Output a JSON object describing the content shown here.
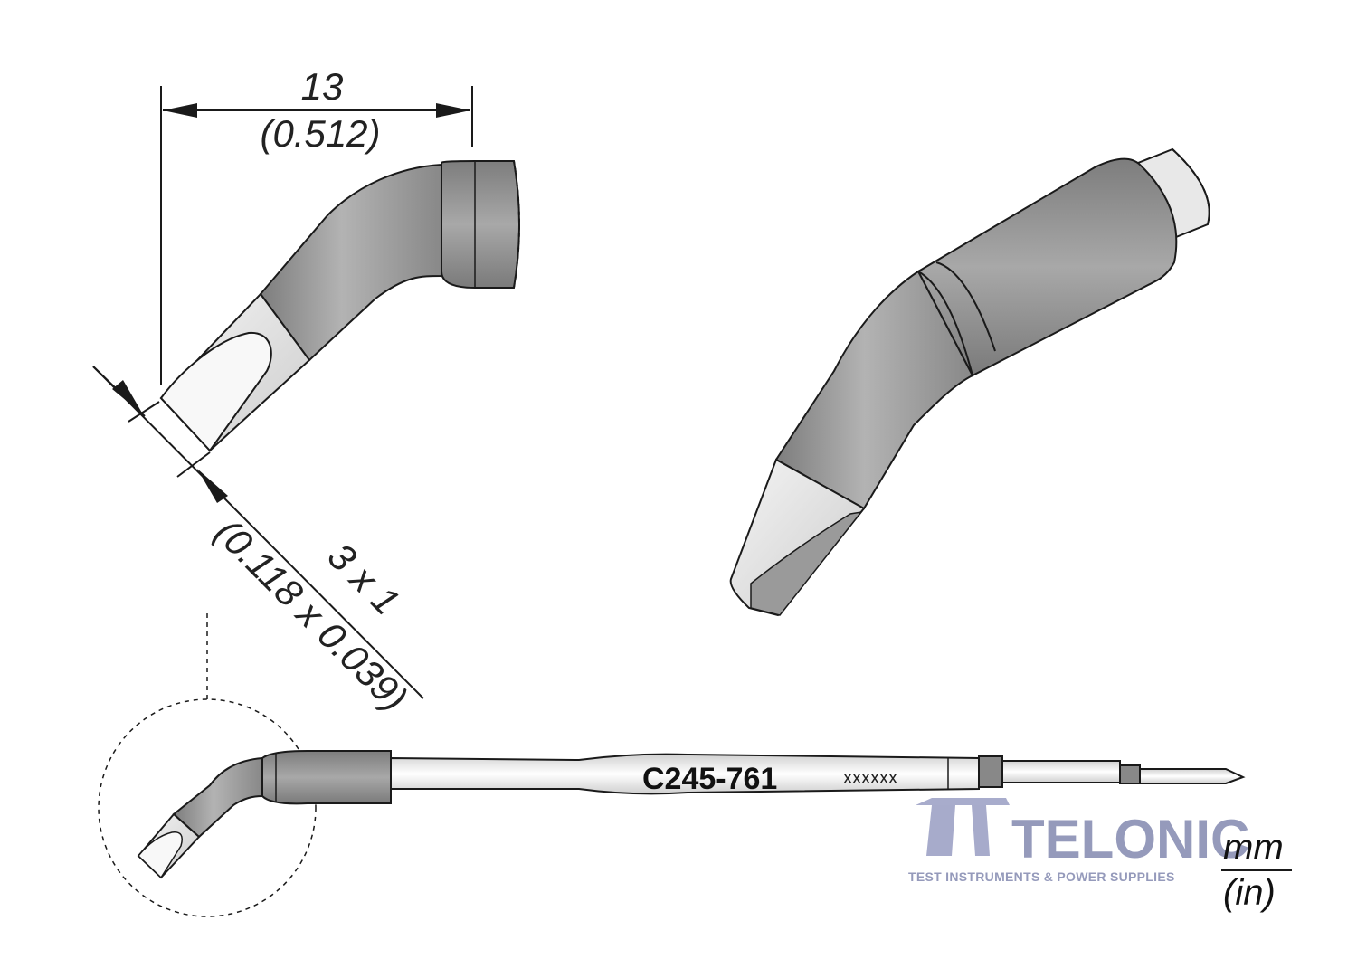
{
  "dimensions": {
    "length_mm": "13",
    "length_in": "(0.512)",
    "blade_mm": "3 x 1",
    "blade_in": "(0.118 x 0.039)"
  },
  "part_number": "C245-761",
  "marking": "xxxxxx",
  "watermark": {
    "name": "TELONIC",
    "tagline": "TEST INSTRUMENTS & POWER SUPPLIES"
  },
  "units": {
    "primary": "mm",
    "secondary": "(in)"
  },
  "colors": {
    "body_gray": "#8f8f8f",
    "light_gray": "#e6e6e6",
    "outline": "#1a1a1a",
    "watermark": "#8a90b4"
  }
}
